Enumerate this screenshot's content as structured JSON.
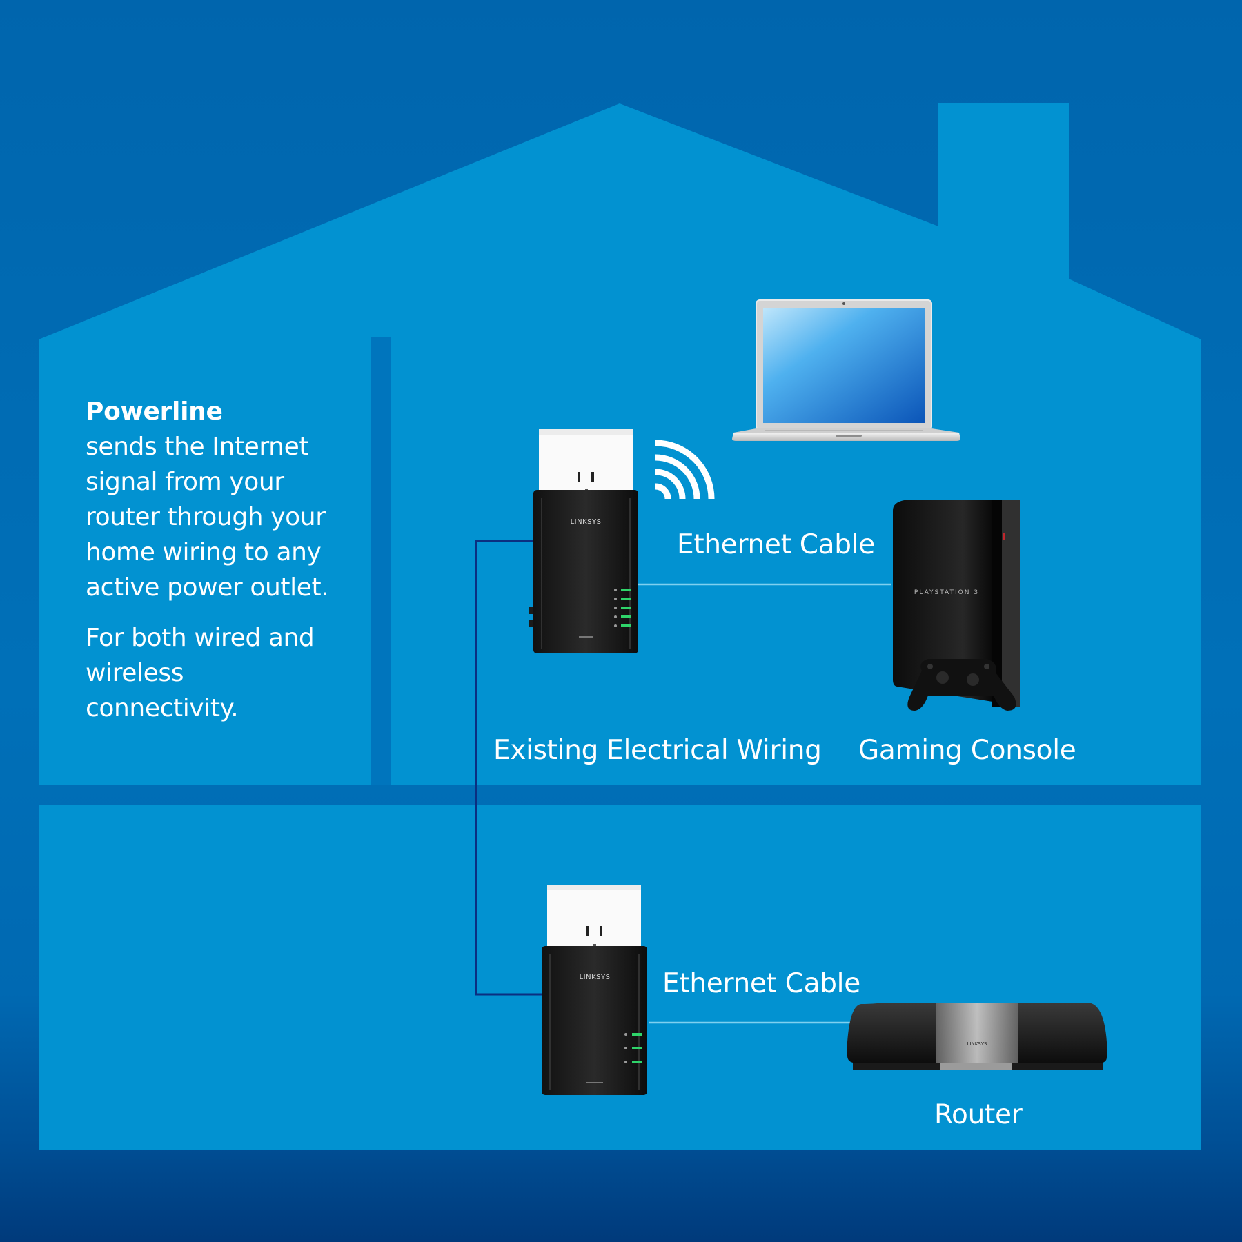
{
  "intro": {
    "title": "Powerline",
    "body": "sends the Internet signal from your router through your home wiring to any active power outlet.",
    "body2": "For both wired and wireless connectivity."
  },
  "labels": {
    "ethernet_upper": "Ethernet Cable",
    "ethernet_lower": "Ethernet Cable",
    "existing_wiring": "Existing Electrical Wiring",
    "gaming_console": "Gaming Console",
    "router": "Router"
  },
  "devices": {
    "adapter_brand_upper": "LINKSYS",
    "adapter_brand_lower": "LINKSYS",
    "console_brand": "PLAYSTATION 3",
    "router_brand": "LINKSYS"
  },
  "colors": {
    "background": "#0065ad",
    "house_fill": "#0292d1",
    "house_wall_dark": "#0075bd",
    "wiring_line": "#0b2f80",
    "cable_line": "#7fd0f0",
    "led_green": "#2fd46a"
  },
  "icons": [
    "house-silhouette",
    "wifi-signal-icon",
    "laptop-icon",
    "powerline-adapter-icon",
    "gaming-console-icon",
    "gamepad-icon",
    "router-icon"
  ]
}
